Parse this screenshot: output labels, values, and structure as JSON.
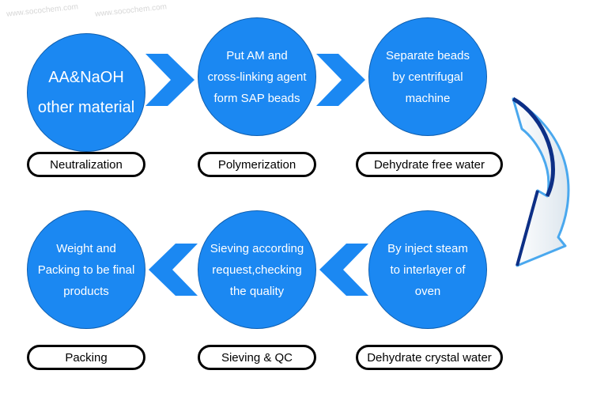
{
  "watermark": "www.socochem.com",
  "colors": {
    "circle": "#1b88f2",
    "chevron": "#1b88f2",
    "label_border": "#000000"
  },
  "steps": [
    {
      "lines": [
        "AA&NaOH",
        "other material"
      ],
      "label": "Neutralization"
    },
    {
      "lines": [
        "Put AM and",
        "cross-linking agent",
        "form SAP beads"
      ],
      "label": "Polymerization"
    },
    {
      "lines": [
        "Separate beads",
        "by centrifugal",
        "machine"
      ],
      "label": "Dehydrate free water"
    },
    {
      "lines": [
        "By inject steam",
        "to interlayer of",
        "oven"
      ],
      "label": "Dehydrate crystal water"
    },
    {
      "lines": [
        "Sieving according",
        "request,checking",
        "the quality"
      ],
      "label": "Sieving & QC"
    },
    {
      "lines": [
        "Weight and",
        "Packing to be final",
        "products"
      ],
      "label": "Packing"
    }
  ]
}
